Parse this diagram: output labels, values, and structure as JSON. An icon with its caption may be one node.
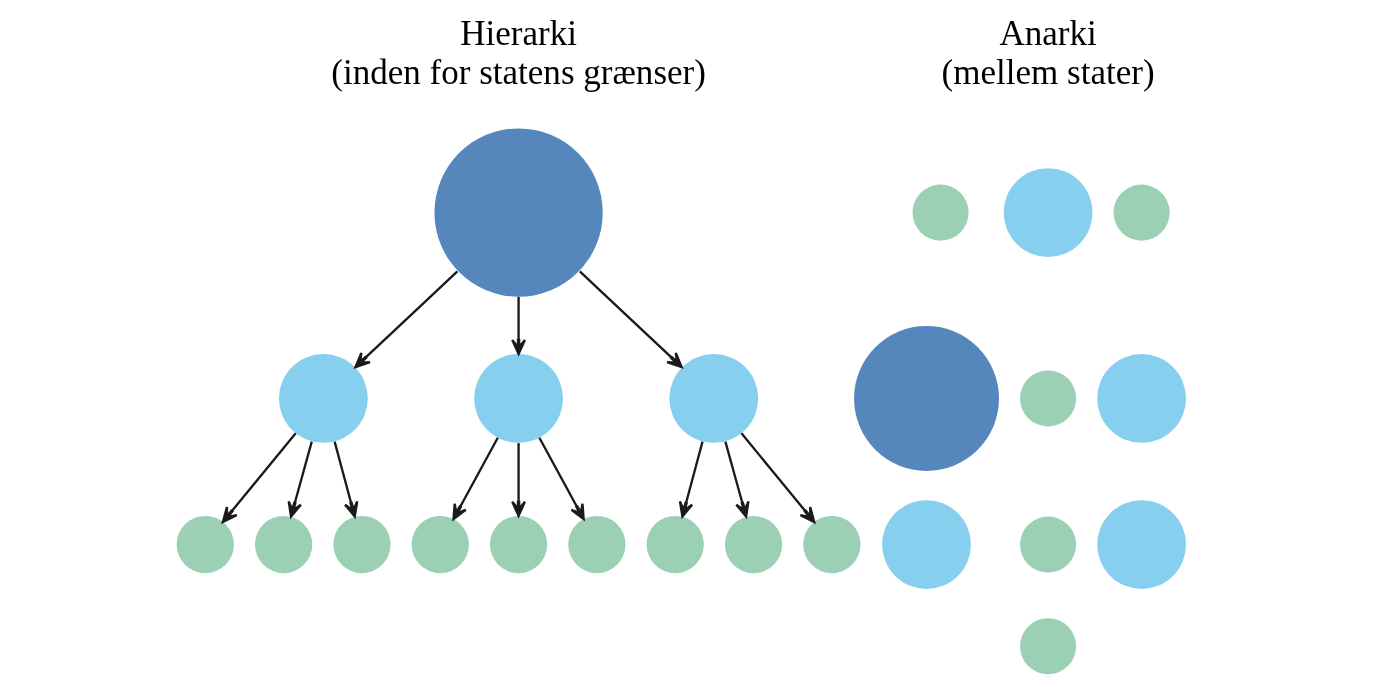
{
  "diagram": {
    "nodes": [
      {
        "text": [],
        "shape": "circle"
      },
      {
        "text": [],
        "shape": "circle"
      },
      {
        "text": [],
        "shape": "circle"
      },
      {
        "text": [],
        "shape": "circle"
      },
      {
        "text": [],
        "shape": "circle"
      },
      {
        "text": [],
        "shape": "circle"
      },
      {
        "text": [],
        "shape": "circle"
      },
      {
        "text": [],
        "shape": "circle"
      },
      {
        "text": [],
        "shape": "circle"
      },
      {
        "text": [],
        "shape": "circle"
      },
      {
        "text": [],
        "shape": "circle"
      },
      {
        "text": [],
        "shape": "circle"
      },
      {
        "text": [],
        "shape": "circle"
      },
      {
        "text": [],
        "shape": "circle"
      },
      {
        "text": [],
        "shape": "circle"
      },
      {
        "text": [],
        "shape": "circle"
      },
      {
        "text": [],
        "shape": "circle"
      },
      {
        "text": [],
        "shape": "circle"
      },
      {
        "text": [],
        "shape": "circle"
      },
      {
        "text": [],
        "shape": "circle"
      },
      {
        "text": [],
        "shape": "circle"
      },
      {
        "text": [],
        "shape": "circle"
      },
      {
        "text": [],
        "shape": "circle"
      }
    ],
    "edges": [
      {
        "from": 0,
        "to": 1,
        "arrow": "to"
      },
      {
        "from": 0,
        "to": 2,
        "arrow": "to"
      },
      {
        "from": 0,
        "to": 3,
        "arrow": "to"
      },
      {
        "from": 1,
        "to": 4,
        "arrow": "to"
      },
      {
        "from": 1,
        "to": 5,
        "arrow": "to"
      },
      {
        "from": 1,
        "to": 6,
        "arrow": "to"
      },
      {
        "from": 2,
        "to": 7,
        "arrow": "to"
      },
      {
        "from": 2,
        "to": 8,
        "arrow": "to"
      },
      {
        "from": 2,
        "to": 9,
        "arrow": "to"
      },
      {
        "from": 3,
        "to": 10,
        "arrow": "to"
      },
      {
        "from": 3,
        "to": 11,
        "arrow": "to"
      },
      {
        "from": 3,
        "to": 12,
        "arrow": "to"
      }
    ],
    "labels": [
      "Hierarki (inden for statens grænser)",
      "Anarki (mellem stater)"
    ]
  }
}
